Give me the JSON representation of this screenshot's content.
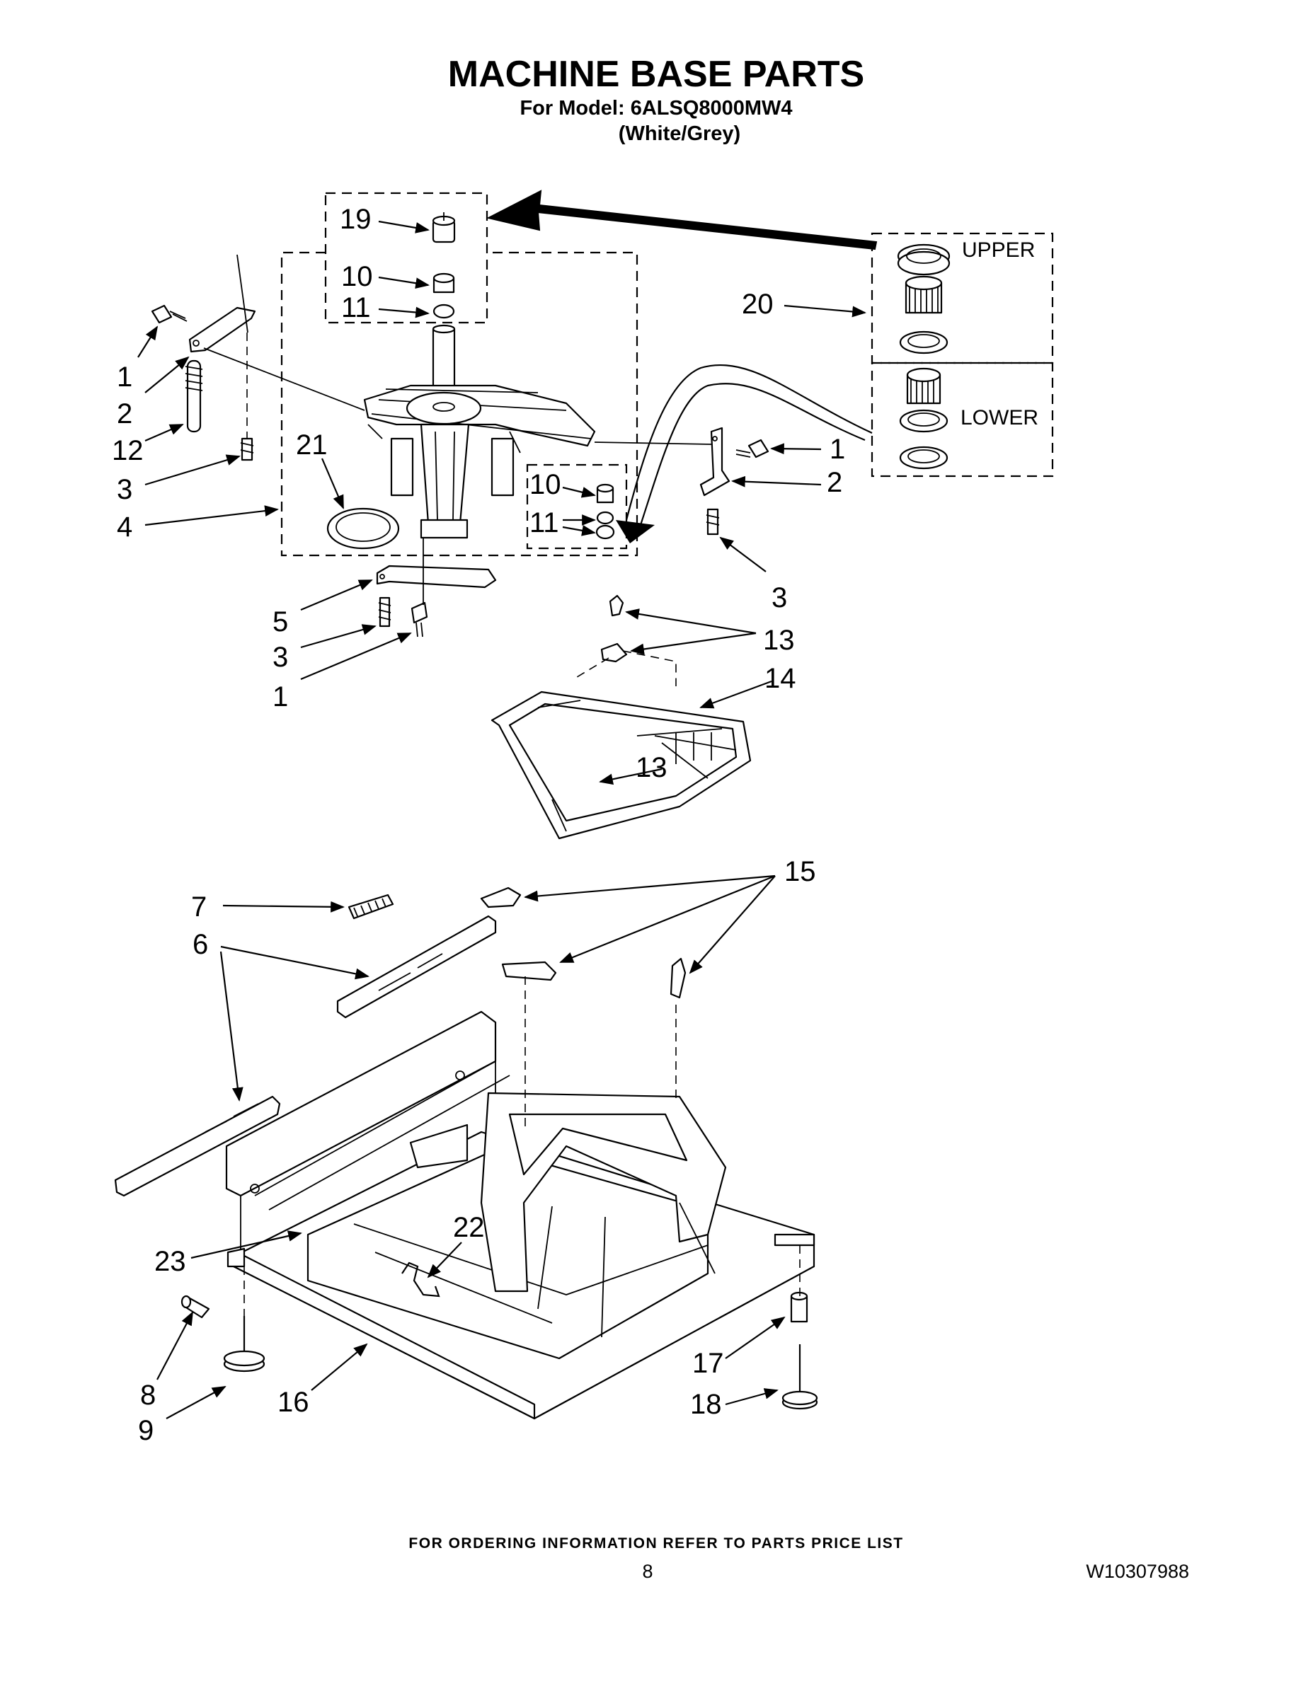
{
  "header": {
    "title": "MACHINE BASE PARTS",
    "model_line": "For Model: 6ALSQ8000MW4",
    "color_line": "(White/Grey)"
  },
  "groups": {
    "upper": "UPPER",
    "lower": "LOWER"
  },
  "callouts": {
    "c1a": "1",
    "c2a": "2",
    "c12": "12",
    "c3a": "3",
    "c4": "4",
    "c21": "21",
    "c19": "19",
    "c10a": "10",
    "c11a": "11",
    "c20": "20",
    "c1b": "1",
    "c2b": "2",
    "c10b": "10",
    "c11b": "11",
    "c3b": "3",
    "c5": "5",
    "c3c": "3",
    "c1c": "1",
    "c13a": "13",
    "c14": "14",
    "c13b": "13",
    "c7": "7",
    "c6": "6",
    "c15": "15",
    "c23": "23",
    "c22": "22",
    "c8": "8",
    "c9": "9",
    "c16": "16",
    "c17": "17",
    "c18": "18"
  },
  "footer": {
    "ordering_note": "FOR ORDERING INFORMATION REFER TO PARTS PRICE LIST",
    "page_number": "8",
    "document_number": "W10307988"
  }
}
